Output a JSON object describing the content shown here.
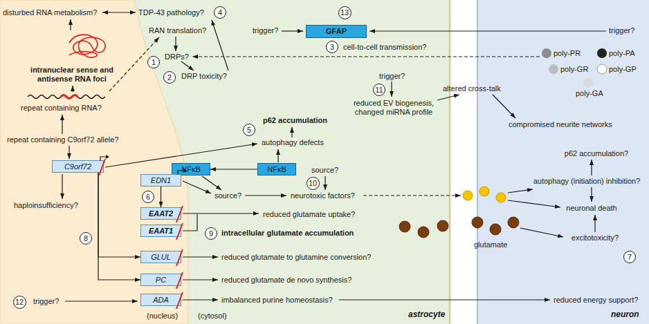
{
  "diagram": {
    "nodes": [
      {
        "text": [
          "4"
        ]
      },
      {
        "text": [
          "13"
        ]
      },
      {
        "text": [
          "GFAP"
        ]
      },
      {
        "text": [
          "3"
        ]
      },
      {
        "text": [
          "1"
        ]
      },
      {
        "text": [
          "2"
        ]
      },
      {
        "text": [
          "11"
        ]
      },
      {
        "text": [
          "5"
        ]
      },
      {
        "text": [
          "NFκB"
        ]
      },
      {
        "text": [
          "NFκB"
        ]
      },
      {
        "text": [
          "C9orf72"
        ]
      },
      {
        "text": [
          "EDN1"
        ]
      },
      {
        "text": [
          "10"
        ]
      },
      {
        "text": [
          "6"
        ]
      },
      {
        "text": [
          "EAAT2"
        ]
      },
      {
        "text": [
          "EAAT1"
        ]
      },
      {
        "text": [
          "8"
        ]
      },
      {
        "text": [
          "9"
        ]
      },
      {
        "text": [
          "GLUL"
        ]
      },
      {
        "text": [
          "7"
        ]
      },
      {
        "text": [
          "PC"
        ]
      },
      {
        "text": [
          "12"
        ]
      },
      {
        "text": [
          "ADA"
        ]
      }
    ],
    "edges": [
      {
        "from": 9,
        "to": 8,
        "arrow": "to"
      },
      {
        "from": 11,
        "to": 14,
        "arrow": "to"
      },
      {
        "from": 10,
        "to": 18,
        "arrow": "to"
      },
      {
        "from": 10,
        "to": 20,
        "arrow": "to"
      }
    ],
    "labels": [
      "disturbed RNA metabolism?",
      "TDP-43 pathology?",
      "RAN translation?",
      "trigger?",
      "trigger?",
      "intranuclear sense and antisense RNA foci",
      "DRPs?",
      "cell-to-cell transmission?",
      "poly-PR",
      "poly-PA",
      "DRP toxicity?",
      "poly-GR",
      "poly-GP",
      "trigger?",
      "poly-GA",
      "altered cross-talk",
      "reduced EV biogenesis, changed miRNA profile",
      "repeat containing RNA?",
      "p62 accumulation",
      "compromised neurite networks",
      "repeat containing C9orf72 allele?",
      "autophagy defects",
      "p62 accumulation?",
      "haploinsufficiency?",
      "source?",
      "source?",
      "autophagy (initiation) inhibition?",
      "neurotoxic factors?",
      "neuronal death",
      "reduced glutamate uptake?",
      "intracellular glutamate accumulation",
      "excitotoxicity?",
      "glutamate",
      "reduced glutamate to glutamine conversion?",
      "reduced glutamate de novo synthesis?",
      "imbalanced purine homeostasis?",
      "reduced energy support?",
      "trigger?",
      "(nucleus)",
      "(cytosol)",
      "astrocyte",
      "neuron"
    ]
  }
}
